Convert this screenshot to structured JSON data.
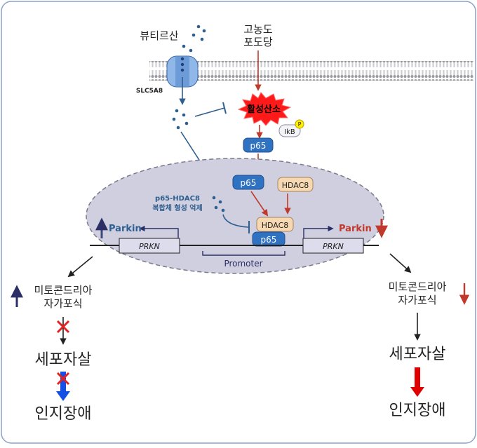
{
  "labels": {
    "butyrate": "뷰티르산",
    "high_glucose_line1": "고농도",
    "high_glucose_line2": "포도당",
    "transporter": "SLC5A8",
    "ros": "활성산소",
    "ikb": "IkB",
    "phospho": "P",
    "p65_cytoplasm": "p65",
    "p65_nucleus": "p65",
    "hdac8_free": "HDAC8",
    "hdac8_complex": "HDAC8",
    "p65_complex": "p65",
    "inhibit_line1": "p65-HDAC8",
    "inhibit_line2": "복합체 형성 억제",
    "parkin_left": "Parkin",
    "parkin_right": "Parkin",
    "prkn_left": "PRKN",
    "prkn_right": "PRKN",
    "promoter": "Promoter",
    "left_mito_line1": "미토콘드리아",
    "left_mito_line2": "자가포식",
    "left_apoptosis": "세포자살",
    "left_cognitive": "인지장애",
    "right_mito_line1": "미토콘드리아",
    "right_mito_line2": "자가포식",
    "right_apoptosis": "세포자살",
    "right_cognitive": "인지장애"
  },
  "colors": {
    "butyrate_path": "#2f5f8f",
    "glucose_path": "#c0392b",
    "ros_burst": "#ff1a1a",
    "ros_text": "#000000",
    "p65_box": "#2f72c2",
    "hdac8_box": "#f6d9b3",
    "nucleus_fill": "#cfcfe0",
    "up_arrow": "#3b4a78",
    "down_arrow": "#c0392b",
    "block_cross": "#e32222",
    "left_final_arrow": "#1450e6",
    "right_final_arrow": "#e00000"
  }
}
